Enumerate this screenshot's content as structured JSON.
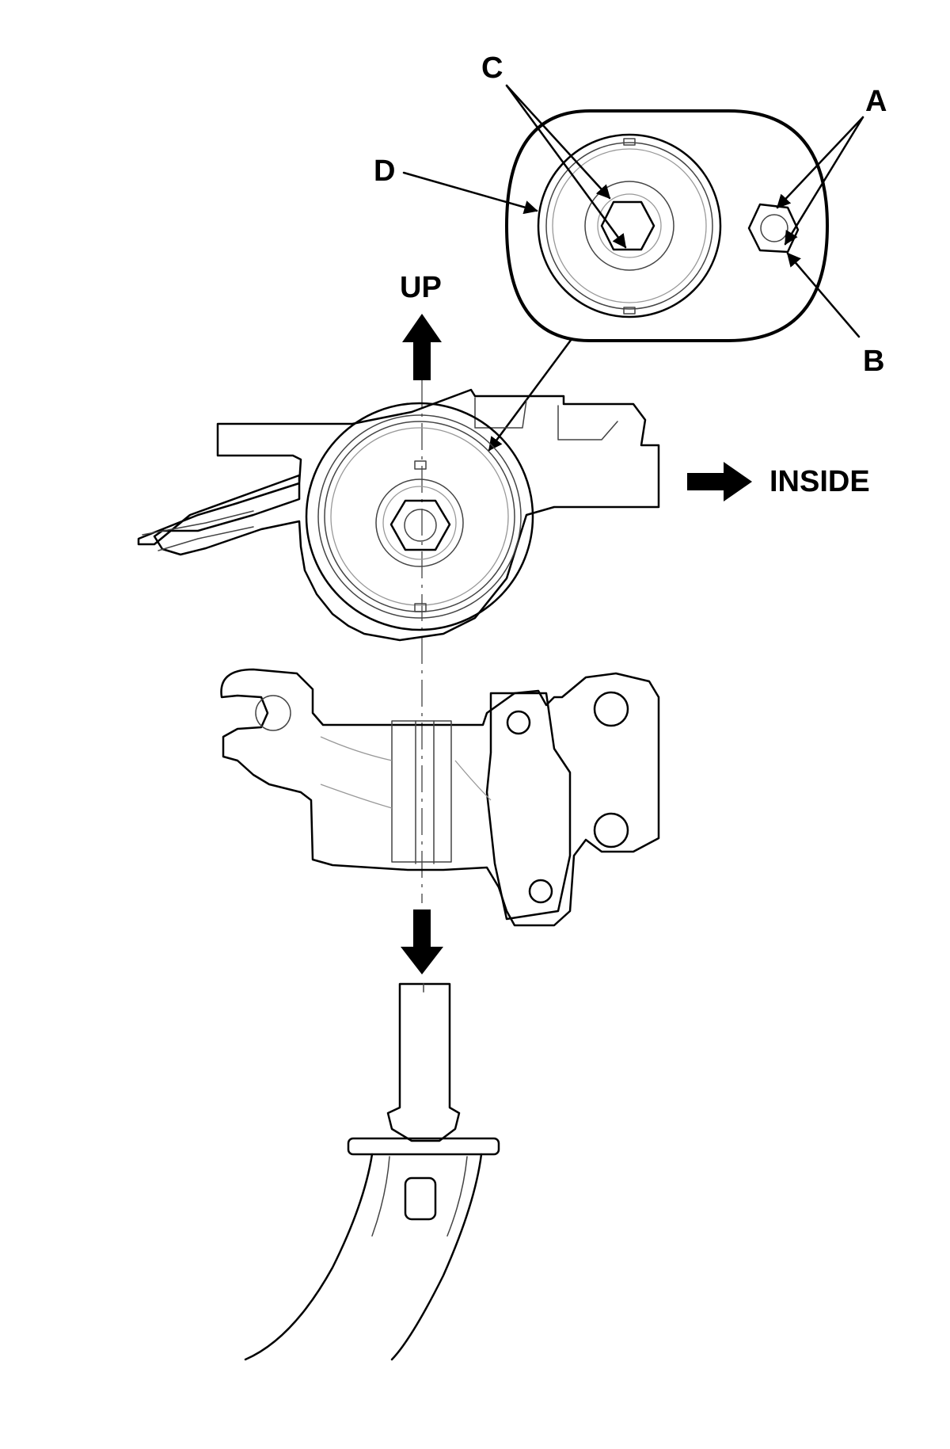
{
  "labels": {
    "a": "A",
    "b": "B",
    "c": "C",
    "d": "D",
    "up": "UP",
    "inside": "INSIDE"
  }
}
